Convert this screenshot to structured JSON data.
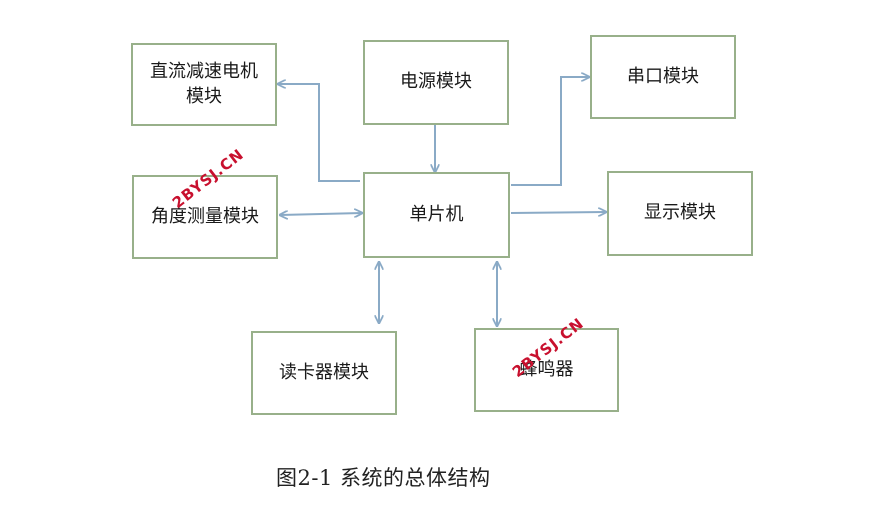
{
  "modules": {
    "dc_motor": "直流减速电机\n模块",
    "power": "电源模块",
    "serial": "串口模块",
    "angle": "角度测量模块",
    "mcu": "单片机",
    "display": "显示模块",
    "card_reader": "读卡器模块",
    "buzzer": "蜂鸣器"
  },
  "caption": "图2-1 系统的总体结构",
  "watermark": "2BYSJ.CN",
  "colors": {
    "box_border": "#98b08a",
    "arrow": "#8aaac6",
    "watermark": "#c8102e"
  }
}
